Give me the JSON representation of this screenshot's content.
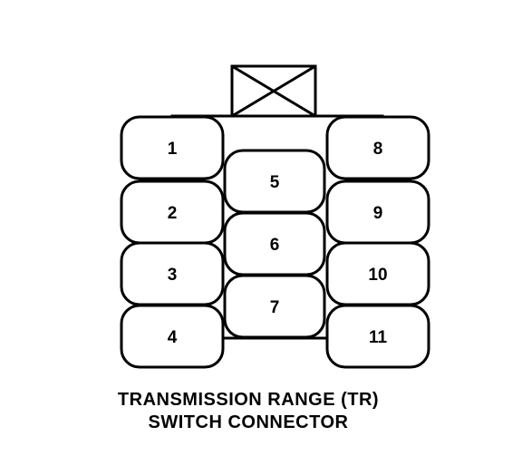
{
  "caption": {
    "line1": "TRANSMISSION RANGE (TR)",
    "line2": "SWITCH CONNECTOR"
  },
  "pins": {
    "p1": "1",
    "p2": "2",
    "p3": "3",
    "p4": "4",
    "p5": "5",
    "p6": "6",
    "p7": "7",
    "p8": "8",
    "p9": "9",
    "p10": "10",
    "p11": "11"
  },
  "colors": {
    "stroke": "#000000",
    "fill": "#ffffff"
  }
}
